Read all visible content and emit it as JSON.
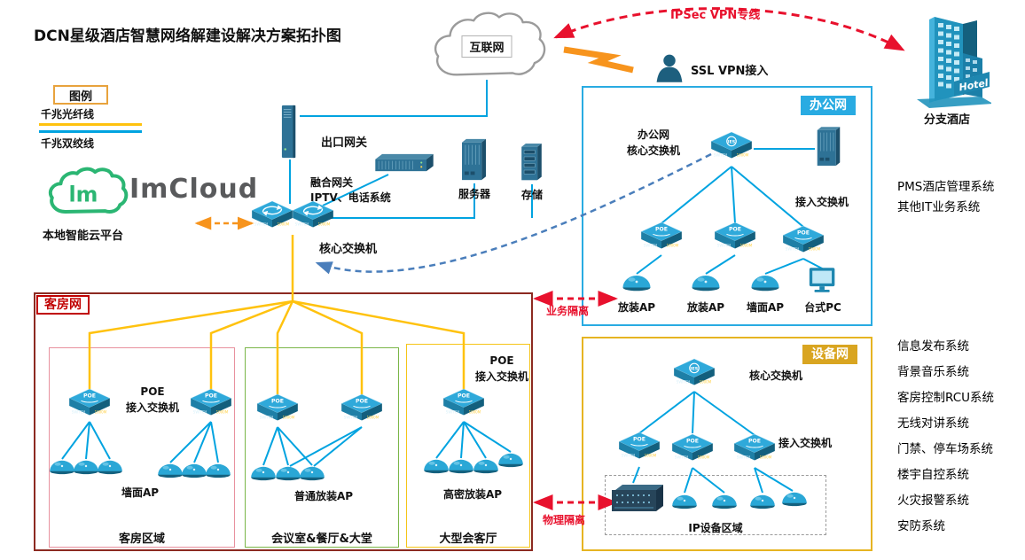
{
  "title": "DCN星级酒店智慧网络解建设解决方案拓扑图",
  "legend": {
    "title": "图例",
    "fiber": "千兆光纤线",
    "twisted": "千兆双绞线"
  },
  "internet": {
    "label": "互联网"
  },
  "vpn": {
    "ipsec": "IPSec VPN专线",
    "ssl": "SSL VPN接入"
  },
  "branch": {
    "label": "分支酒店",
    "hotel_tag": "Hotel"
  },
  "cloud_platform": {
    "logo": "ImCloud",
    "initials": "lm",
    "label": "本地智能云平台"
  },
  "datacenter": {
    "exit_gateway": "出口网关",
    "converged_gateway_line1": "融合网关",
    "converged_gateway_line2": "IPTV、电话系统",
    "server": "服务器",
    "storage": "存储",
    "core_switch": "核心交换机"
  },
  "office": {
    "tab": "办公网",
    "core_line1": "办公网",
    "core_line2": "核心交换机",
    "access_label": "接入交换机",
    "endpoints": [
      "放装AP",
      "放装AP",
      "墙面AP",
      "台式PC"
    ]
  },
  "isolation": {
    "business": "业务隔离",
    "physical": "物理隔离"
  },
  "guest": {
    "tab": "客房网",
    "poe_line1": "POE",
    "poe_line2": "接入交换机",
    "areas": [
      {
        "ap": "墙面AP",
        "name": "客房区域"
      },
      {
        "ap": "普通放装AP",
        "name": "会议室&餐厅&大堂"
      },
      {
        "ap": "高密放装AP",
        "name": "大型会客厅"
      }
    ]
  },
  "device": {
    "tab": "设备网",
    "core": "核心交换机",
    "access": "接入交换机",
    "area": "IP设备区域"
  },
  "right_panel": {
    "office_systems": [
      "PMS酒店管理系统",
      "其他IT业务系统"
    ],
    "device_systems": [
      "信息发布系统",
      "背景音乐系统",
      "客房控制RCU系统",
      "无线对讲系统",
      "门禁、停车场系统",
      "楼宇自控系统",
      "火灾报警系统",
      "安防系统"
    ]
  },
  "icons": {
    "switch_text": "SWITCH",
    "speed_text": "1000M",
    "poe_text": "POE",
    "ies_text": "IES"
  },
  "colors": {
    "fiber_yellow": "#FFC20E",
    "ethernet_blue": "#00A3E0",
    "alert_red": "#E8112D",
    "orange": "#F7941D",
    "office_blue": "#29ABE2",
    "device_gold": "#D9A521",
    "guest_red": "#C00000",
    "teal": "#2AA7D6"
  }
}
